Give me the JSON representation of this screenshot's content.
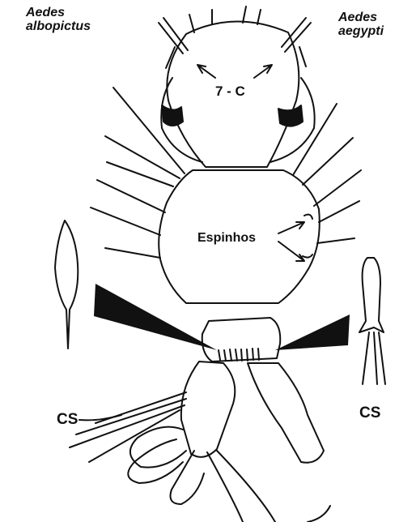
{
  "labels": {
    "species_left_line1": "Aedes",
    "species_left_line2": "albopictus",
    "species_right_line1": "Aedes",
    "species_right_line2": "aegypti",
    "seven_c": "7 - C",
    "espinhos": "Espinhos",
    "cs_left": "CS",
    "cs_right": "CS"
  },
  "colors": {
    "ink": "#111111",
    "background": "#ffffff"
  }
}
